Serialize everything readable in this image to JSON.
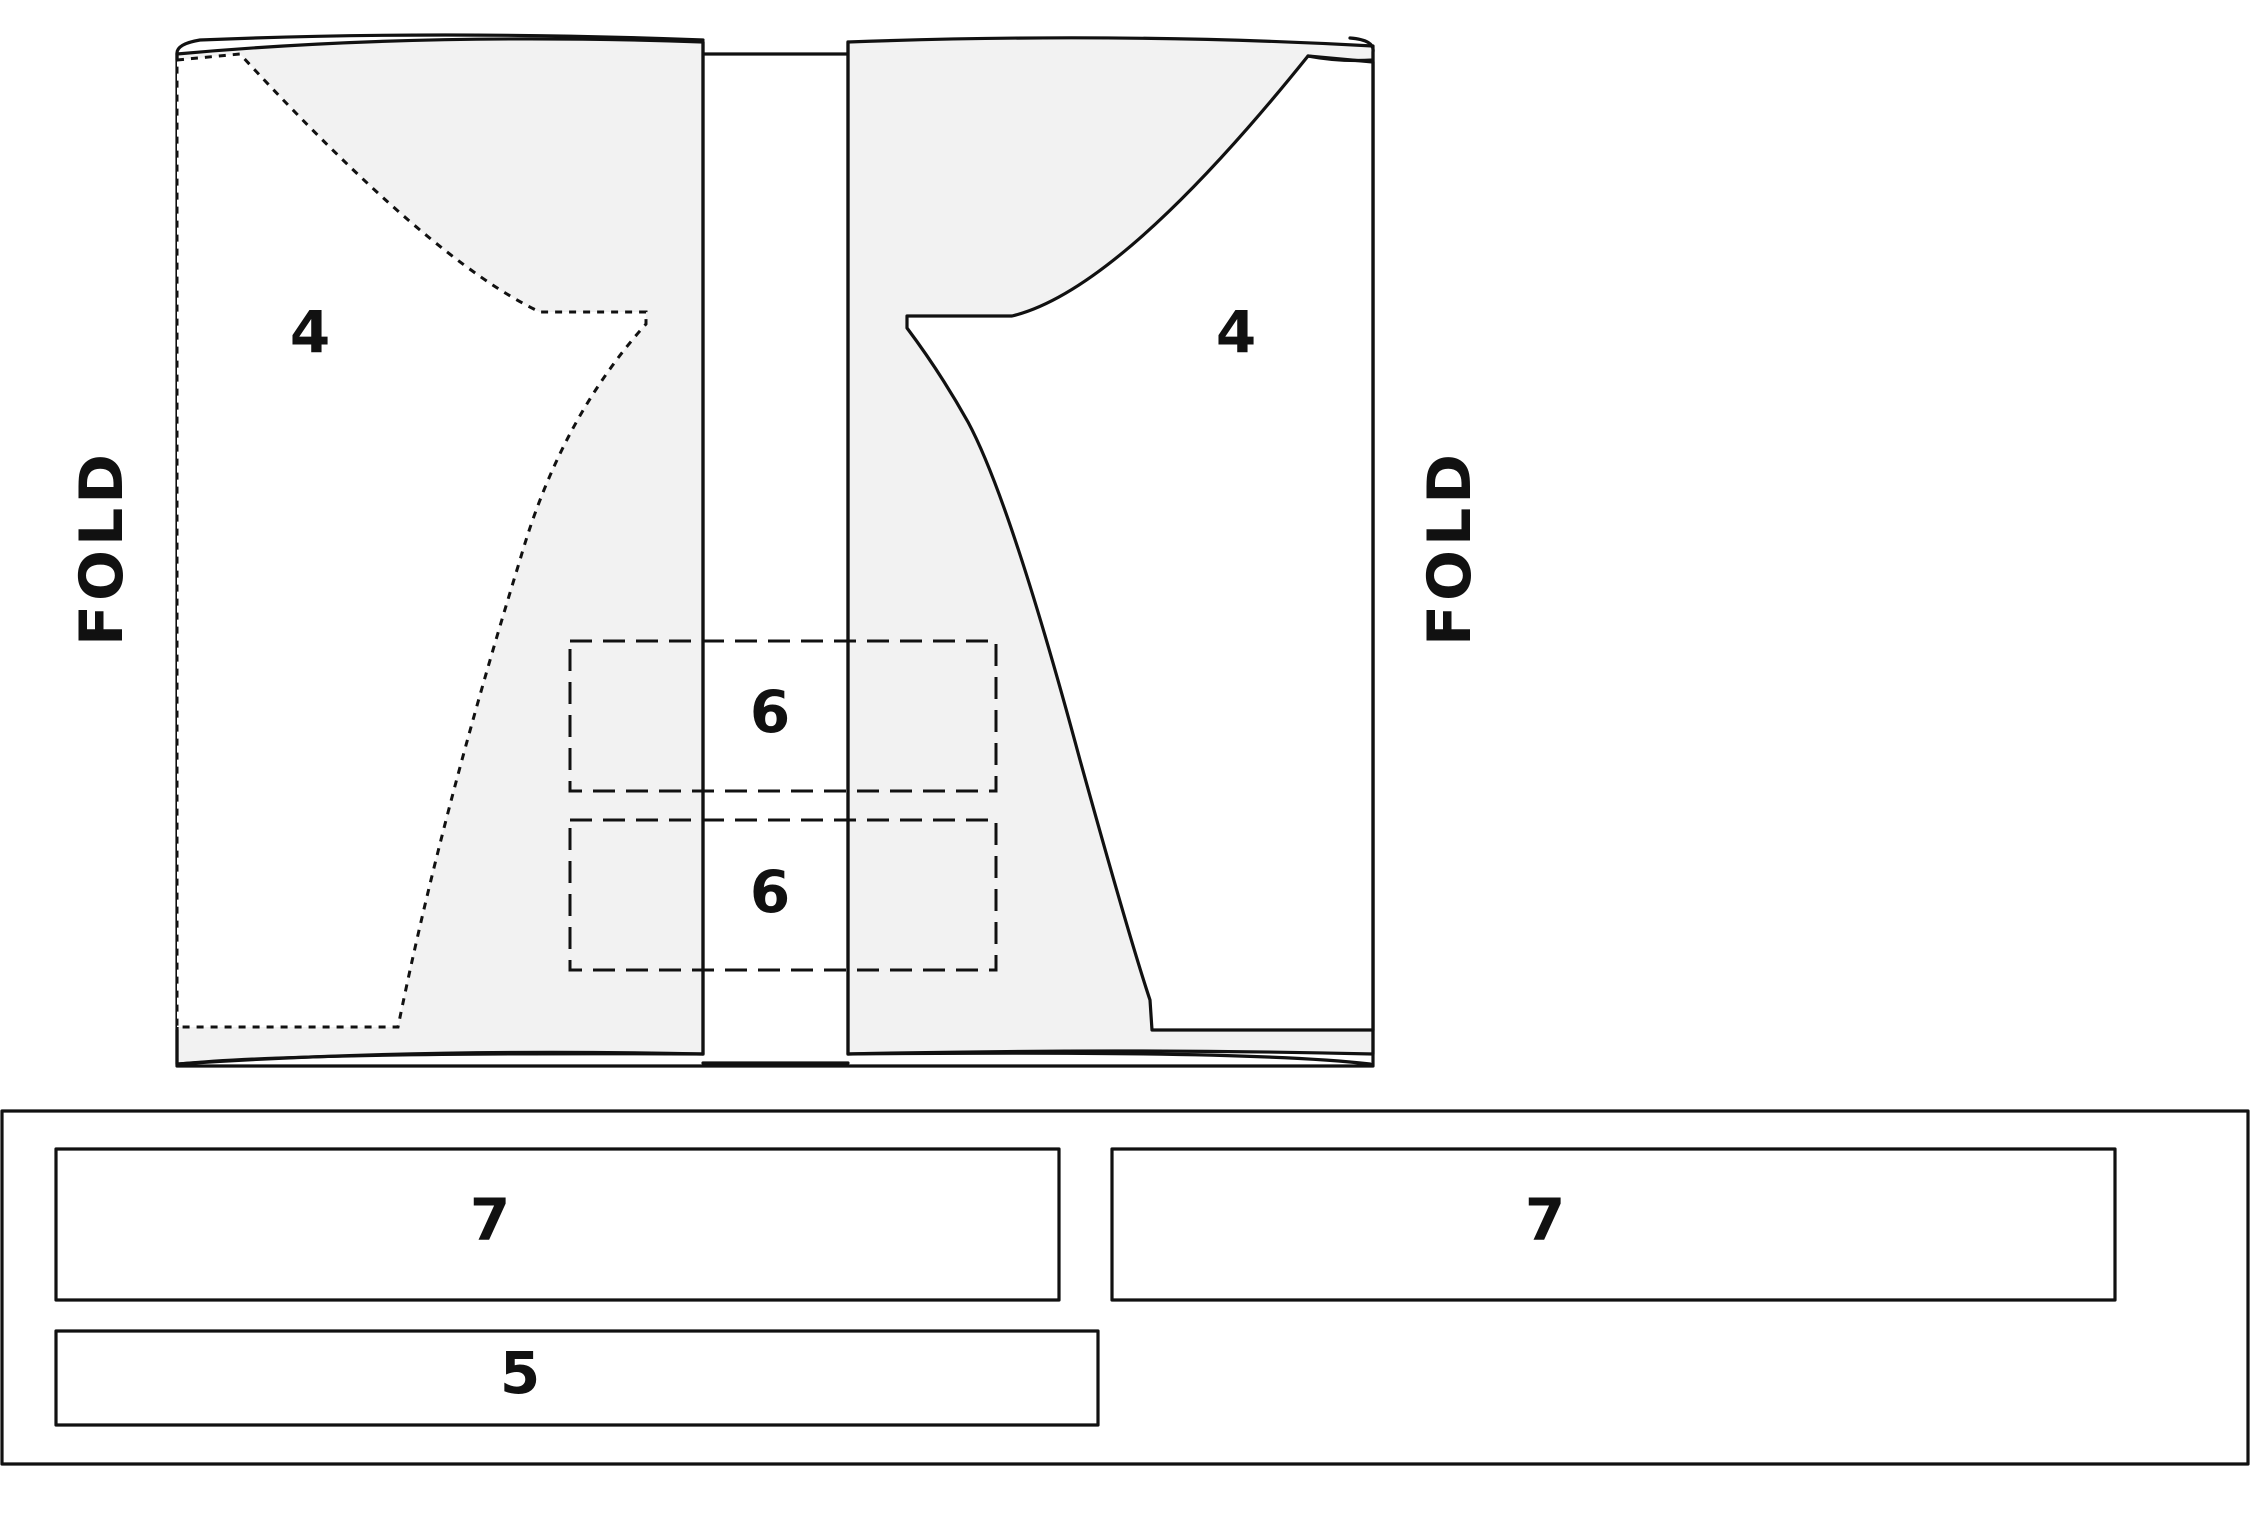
{
  "pattern_layout": {
    "fold_label": "FOLD",
    "pieces": {
      "left_body": {
        "label": "4"
      },
      "right_body": {
        "label": "4"
      },
      "pocket_top": {
        "label": "6"
      },
      "pocket_bottom": {
        "label": "6"
      },
      "band_left": {
        "label": "7"
      },
      "band_right": {
        "label": "7"
      },
      "strip": {
        "label": "5"
      }
    }
  },
  "colors": {
    "line": "#111111",
    "fabric_fill": "#f2f2f2",
    "background": "#ffffff"
  }
}
